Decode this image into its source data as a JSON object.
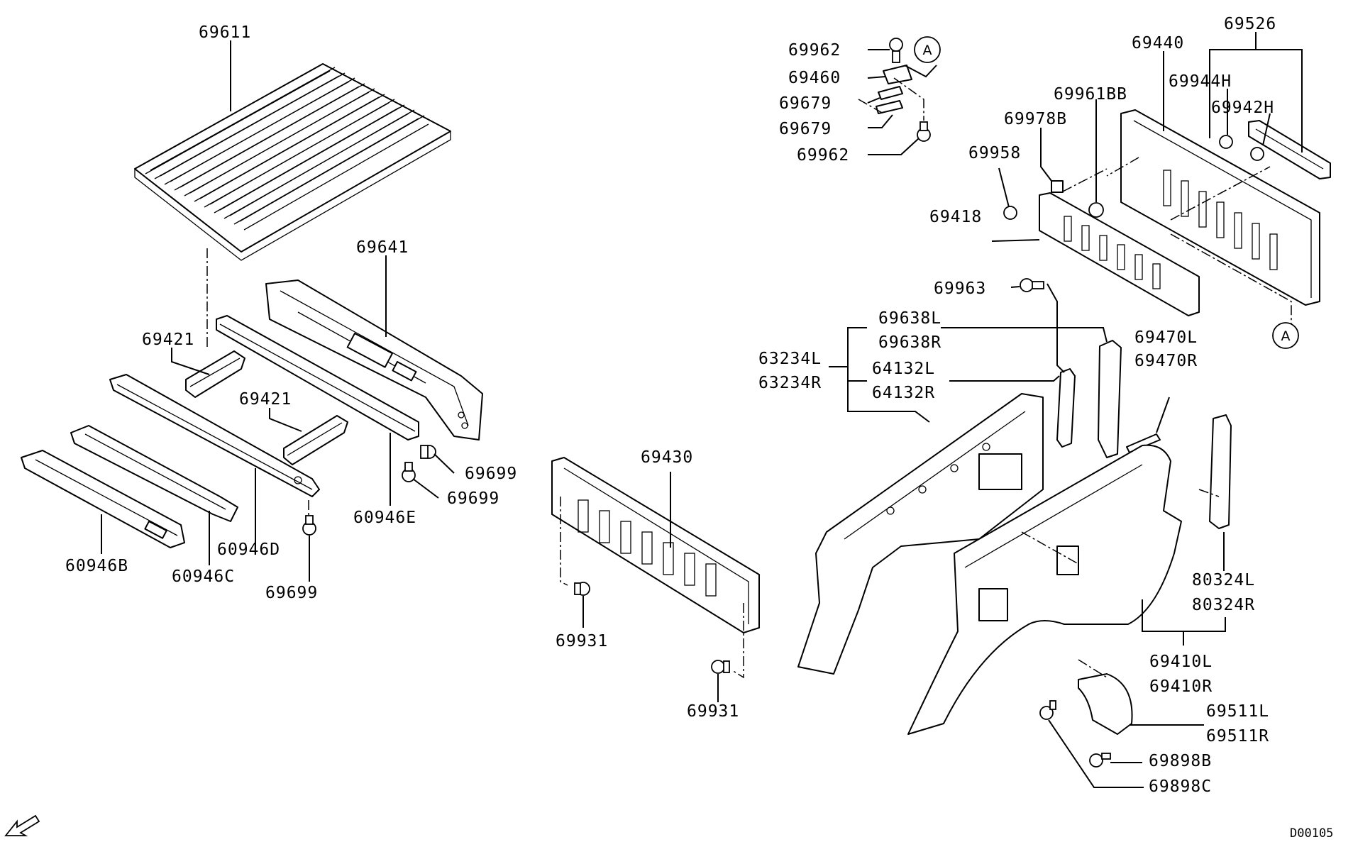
{
  "diagram": {
    "reference_code": "D00105",
    "callout_letter": "A",
    "part_labels": [
      "69611",
      "69641",
      "69421",
      "69421",
      "69699",
      "69699",
      "69699",
      "60946E",
      "60946D",
      "60946C",
      "60946B",
      "69430",
      "69931",
      "69931",
      "69962",
      "69460",
      "69679",
      "69679",
      "69962",
      "69526",
      "69440",
      "69944H",
      "69942H",
      "69961BB",
      "69978B",
      "69958",
      "69418",
      "69963",
      "69638L",
      "69638R",
      "63234L",
      "63234R",
      "64132L",
      "64132R",
      "69470L",
      "69470R",
      "80324L",
      "80324R",
      "69410L",
      "69410R",
      "69511L",
      "69511R",
      "69898B",
      "69898C"
    ],
    "icons": [
      "front-direction-arrow-icon"
    ]
  }
}
